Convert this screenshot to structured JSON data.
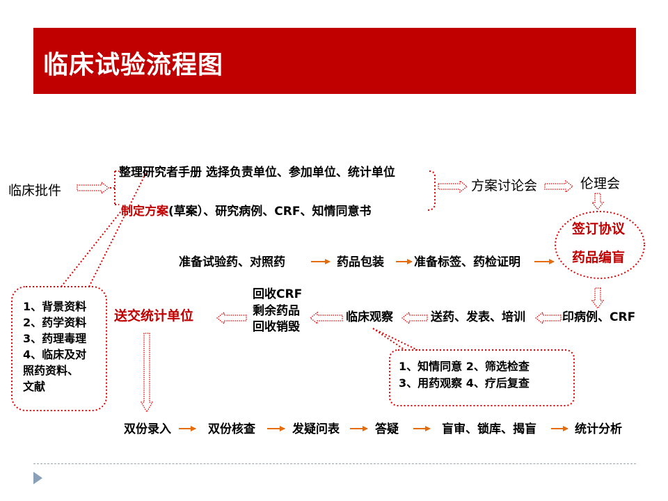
{
  "title": "临床试验流程图",
  "nodes": {
    "approval": "临床批件",
    "prepare_manual": "整理研究者手册 选择负责单位、参加单位、统计单位",
    "protocol_prefix": "制定方案",
    "protocol_rest": "(草案）、研究病例、CRF、知情同意书",
    "protocol_meeting": "方案讨论会",
    "ethics": "伦理会",
    "sign_agreement": "签订协议",
    "drug_blinding": "药品编盲",
    "prepare_drugs": "准备试验药、对照药",
    "drug_packaging": "药品包装",
    "prepare_labels": "准备标签、药检证明",
    "print_crf": "印病例、CRF",
    "deliver_train": "送药、发表、培训",
    "clinical_observe": "临床观察",
    "recover_crf": "回收CRF",
    "remaining_drugs": "剩余药品",
    "recover_destroy": "回收销毁",
    "send_stats": "送交统计单位",
    "double_entry": "双份录入",
    "double_check": "双份核查",
    "query_form": "发疑问表",
    "answer_query": "答疑",
    "blind_review": "盲审、锁库、揭盲",
    "stat_analysis": "统计分析"
  },
  "materials_list": [
    "1、背景资料",
    "2、药学资料",
    "3、药理毒理",
    "4、临床及对",
    "照药资料、",
    "文献"
  ],
  "observation_list": [
    "1、知情同意 2、筛选检查",
    "3、用药观察 4、疗后复查"
  ],
  "colors": {
    "title_bar": "#c00000",
    "arrow_orange": "#e46c0a",
    "dotted_red": "#e00000",
    "footer": "#8aa0b8"
  }
}
